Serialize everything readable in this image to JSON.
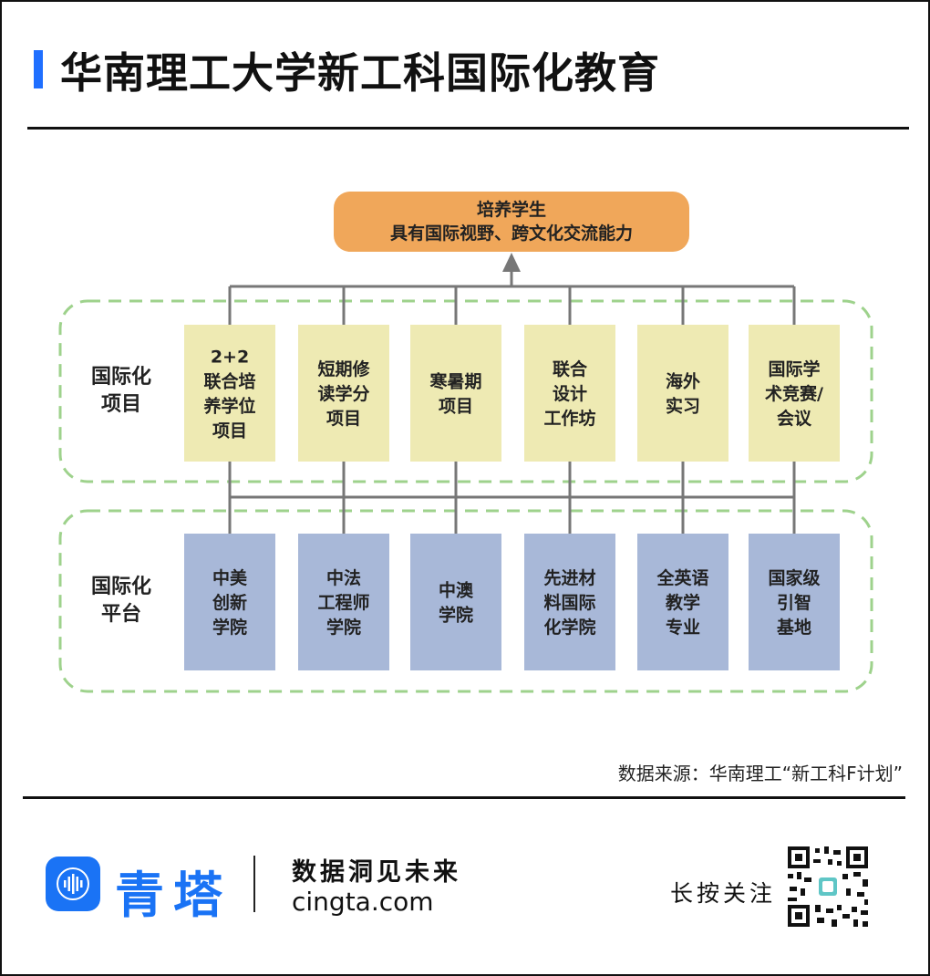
{
  "header": {
    "title": "华南理工大学新工科国际化教育"
  },
  "diagram": {
    "goal": {
      "line1": "培养学生",
      "line2": "具有国际视野、跨文化交流能力"
    },
    "projects_group": {
      "label_lines": [
        "国际化",
        "项目"
      ],
      "boxes": [
        {
          "lines": [
            "2+2",
            "联合培",
            "养学位",
            "项目"
          ]
        },
        {
          "lines": [
            "短期修",
            "读学分",
            "项目"
          ]
        },
        {
          "lines": [
            "寒暑期",
            "项目"
          ]
        },
        {
          "lines": [
            "联合",
            "设计",
            "工作坊"
          ]
        },
        {
          "lines": [
            "海外",
            "实习"
          ]
        },
        {
          "lines": [
            "国际学",
            "术竞赛/",
            "会议"
          ]
        }
      ]
    },
    "platforms_group": {
      "label_lines": [
        "国际化",
        "平台"
      ],
      "boxes": [
        {
          "lines": [
            "中美",
            "创新",
            "学院"
          ]
        },
        {
          "lines": [
            "中法",
            "工程师",
            "学院"
          ]
        },
        {
          "lines": [
            "中澳",
            "学院"
          ]
        },
        {
          "lines": [
            "先进材",
            "料国际",
            "化学院"
          ]
        },
        {
          "lines": [
            "全英语",
            "教学",
            "专业"
          ]
        },
        {
          "lines": [
            "国家级",
            "引智",
            "基地"
          ]
        }
      ]
    },
    "colors": {
      "goal_fill": "#f0a75a",
      "project_fill": "#eeeab3",
      "platform_fill": "#a8b8d8",
      "dash_border": "#9ed28c",
      "connector": "#777777"
    }
  },
  "source_note": "数据来源：华南理工“新工科F计划”",
  "footer": {
    "brand": "青塔",
    "slogan": "数据洞见未来",
    "site": "cingta.com",
    "follow": "长按关注",
    "logo_icon": "sound-wave-icon",
    "qr_icon": "qr-code-icon"
  }
}
